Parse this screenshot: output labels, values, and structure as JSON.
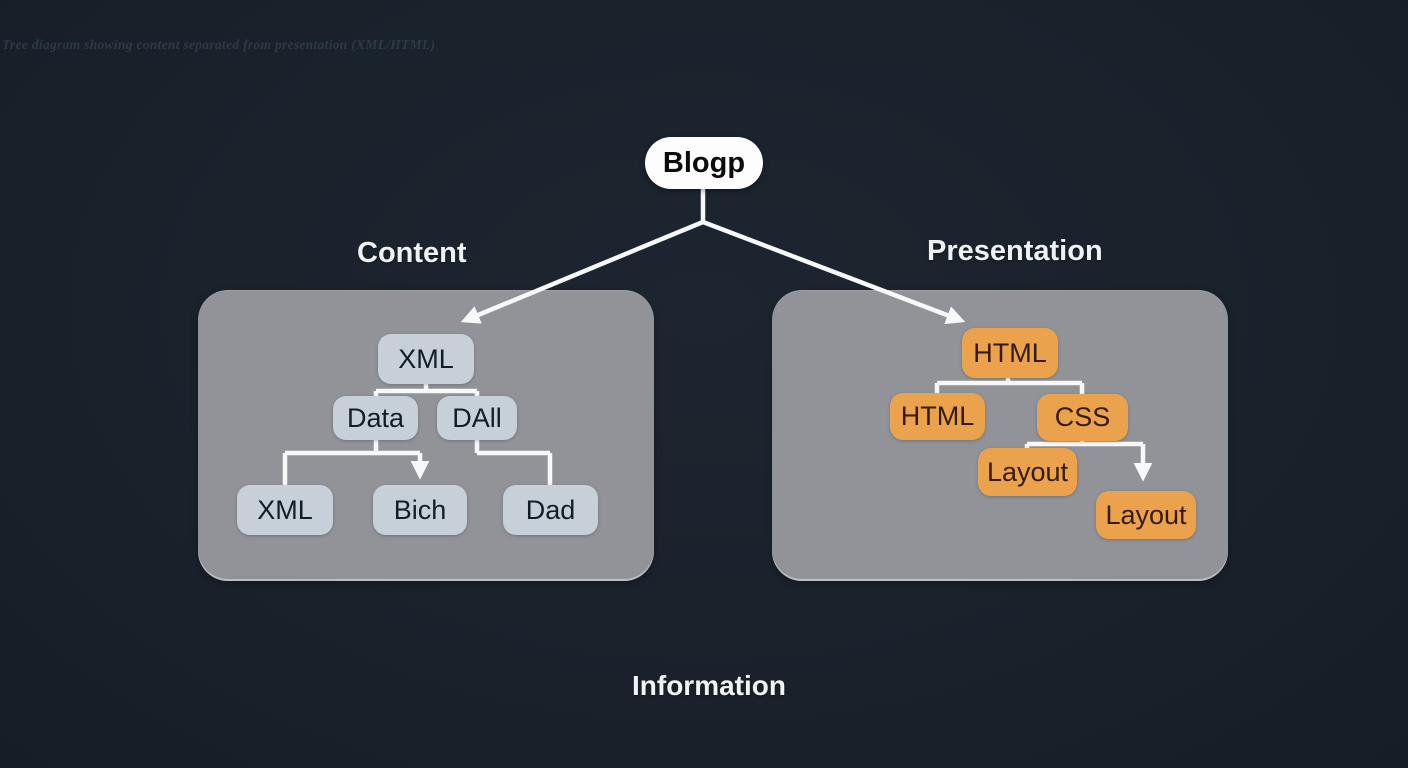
{
  "caption": "Tree diagram showing content separated from presentation (XML/HTML)",
  "root_node": {
    "label": "Blogp"
  },
  "content_section": {
    "heading": "Content",
    "tree": {
      "root": "XML",
      "level2": [
        "Data",
        "DAll"
      ],
      "level3": [
        "XML",
        "Bich",
        "Dad"
      ]
    }
  },
  "presentation_section": {
    "heading": "Presentation",
    "tree": {
      "root": "HTML",
      "level2": [
        "HTML",
        "CSS"
      ],
      "level3": [
        "Layout",
        "Layout"
      ]
    }
  },
  "footer": {
    "label": "Information"
  },
  "colors": {
    "background": "#1a212b",
    "panel": "#919399",
    "content_node_bg": "#c7d0d8",
    "presentation_node_bg": "#eaa24d",
    "root_node_bg": "#fdfdfd",
    "connector": "#f7f8f9",
    "heading_text": "#eff2f5",
    "caption_text": "#2e3a47"
  }
}
